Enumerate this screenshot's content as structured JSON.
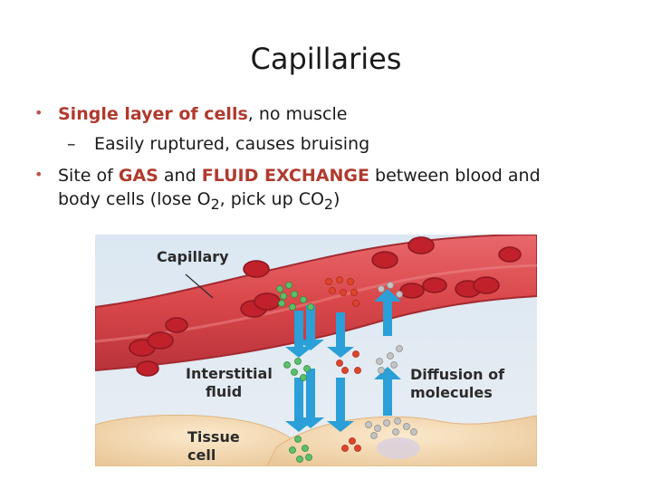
{
  "slide": {
    "title": "Capillaries",
    "bullet1": {
      "highlight": "Single layer of cells",
      "rest": ", no muscle"
    },
    "bullet1_sub": "Easily ruptured, causes bruising",
    "bullet2": {
      "pre": "Site of ",
      "gas": "GAS",
      "and": " and ",
      "fluid": "FLUID EXCHANGE",
      "post1": " between blood and",
      "line2_a": "body cells (lose O",
      "sub1": "2",
      "line2_b": ", pick up CO",
      "sub2": "2",
      "line2_c": ")"
    }
  },
  "figure": {
    "labels": {
      "capillary": "Capillary",
      "interstitial_1": "Interstitial",
      "interstitial_2": "fluid",
      "diffusion_1": "Diffusion of",
      "diffusion_2": "molecules",
      "tissue_1": "Tissue",
      "tissue_2": "cell"
    },
    "colors": {
      "vessel": "#d9474a",
      "rbc": "#c0212a",
      "arrow": "#2a9fd8",
      "molecule_green": "#5cbf6a",
      "molecule_red": "#e0452c",
      "molecule_gray": "#bdbdbd",
      "tissue": "#f5dcb5"
    }
  }
}
